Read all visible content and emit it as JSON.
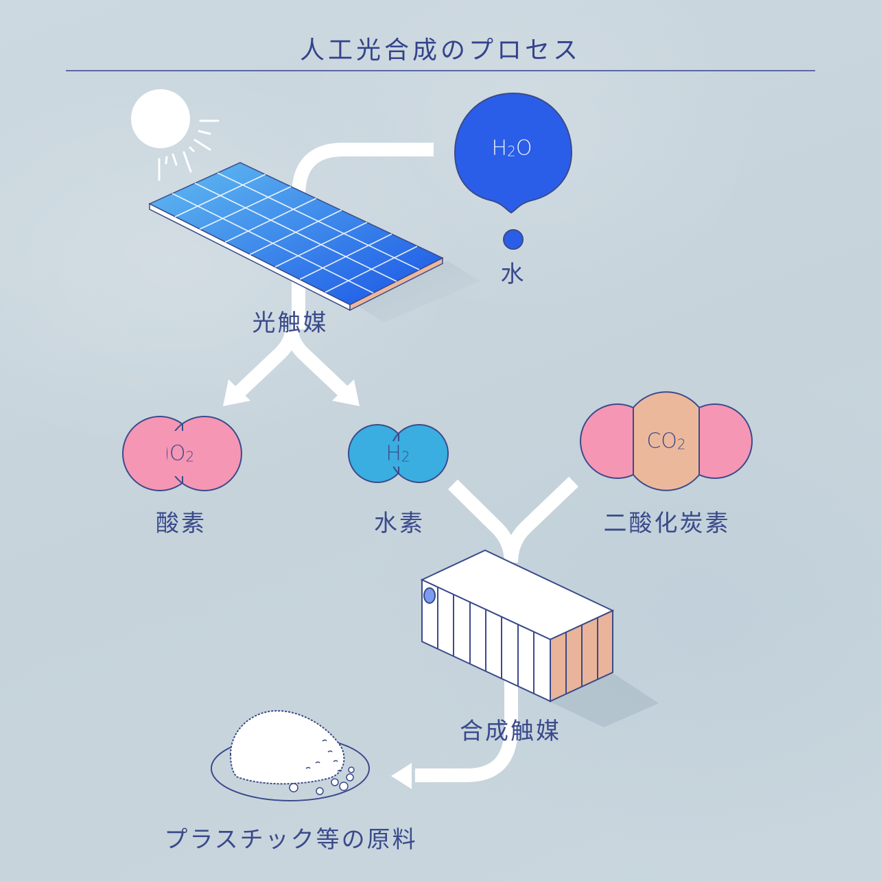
{
  "title": "人工光合成のプロセス",
  "colors": {
    "background": "#c9d6de",
    "line": "#3a4a8a",
    "water_blue": "#2a5ee8",
    "hydrogen_blue": "#3aaee0",
    "oxygen_pink": "#f596b4",
    "carbon_peach": "#ecb89c",
    "panel_blue_light": "#5bb6ec",
    "panel_blue_dark": "#1e5ee8",
    "arrow_white": "#ffffff"
  },
  "nodes": {
    "sun": {
      "icon": "sun-icon"
    },
    "photocatalyst": {
      "label": "光触媒",
      "icon": "solar-panel-icon"
    },
    "water": {
      "label": "水",
      "formula_main": "H",
      "formula_sub": "2",
      "formula_tail": "O",
      "icon": "water-drop-icon"
    },
    "oxygen": {
      "label": "酸素",
      "formula_main": "O",
      "formula_sub": "2",
      "icon": "oxygen-molecule-icon"
    },
    "hydrogen": {
      "label": "水素",
      "formula_main": "H",
      "formula_sub": "2",
      "icon": "hydrogen-molecule-icon"
    },
    "co2": {
      "label": "二酸化炭素",
      "formula_main": "CO",
      "formula_sub": "2",
      "icon": "co2-molecule-icon"
    },
    "synthesis_catalyst": {
      "label": "合成触媒",
      "icon": "reactor-container-icon"
    },
    "product": {
      "label": "プラスチック等の原料",
      "icon": "material-pile-icon"
    }
  },
  "flows": [
    {
      "from": "water",
      "to": "photocatalyst"
    },
    {
      "from": "photocatalyst",
      "to": "oxygen"
    },
    {
      "from": "photocatalyst",
      "to": "hydrogen"
    },
    {
      "from": "hydrogen",
      "to": "synthesis_catalyst"
    },
    {
      "from": "co2",
      "to": "synthesis_catalyst"
    },
    {
      "from": "synthesis_catalyst",
      "to": "product"
    }
  ]
}
